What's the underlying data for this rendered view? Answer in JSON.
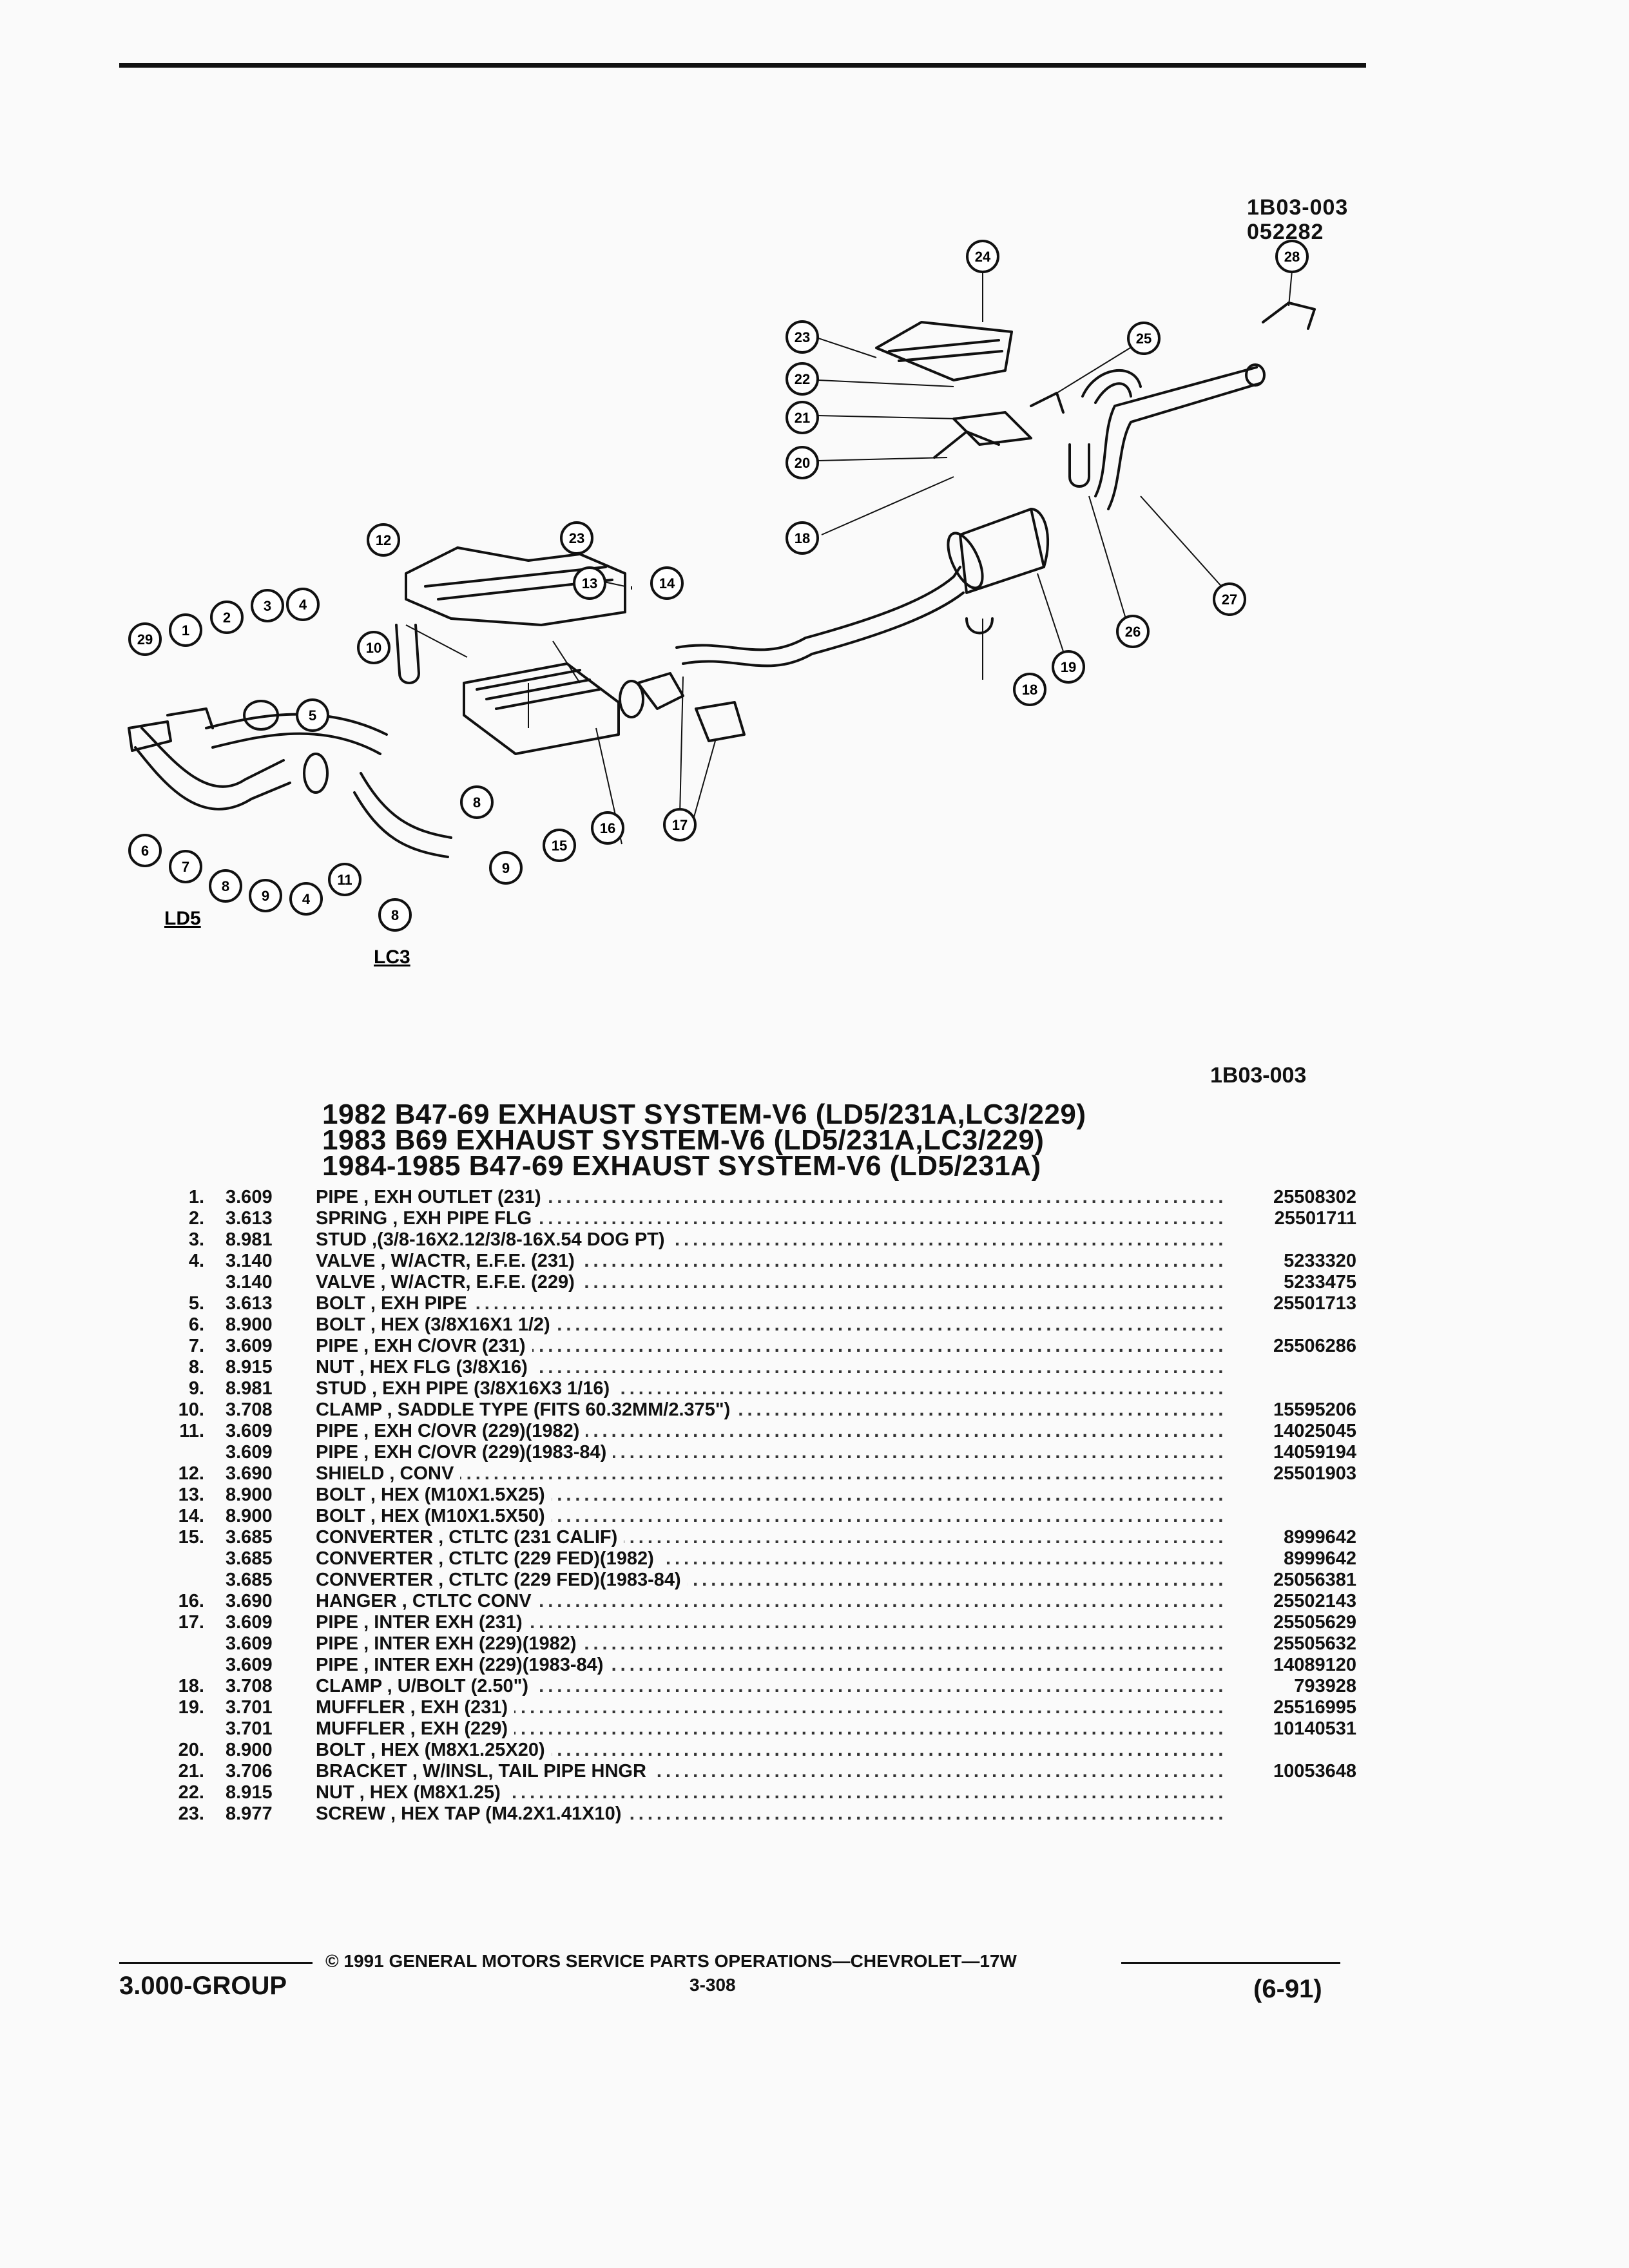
{
  "header": {
    "code": "1B03-003",
    "date_code": "052282"
  },
  "diagram": {
    "code": "1B03-003",
    "callouts": [
      "1",
      "2",
      "3",
      "4",
      "5",
      "6",
      "7",
      "8",
      "9",
      "10",
      "11",
      "12",
      "13",
      "14",
      "15",
      "16",
      "17",
      "18",
      "19",
      "20",
      "21",
      "22",
      "23",
      "24",
      "25",
      "26",
      "27",
      "28",
      "29"
    ],
    "engine_labels": {
      "left": "LD5",
      "right": "LC3"
    }
  },
  "title": {
    "line1": "1982 B47-69 EXHAUST SYSTEM-V6 (LD5/231A,LC3/229)",
    "line2": "1983 B69 EXHAUST SYSTEM-V6 (LD5/231A,LC3/229)",
    "line3": "1984-1985 B47-69 EXHAUST SYSTEM-V6 (LD5/231A)"
  },
  "parts": [
    {
      "no": "1.",
      "group": "3.609",
      "desc": "PIPE , EXH OUTLET (231)",
      "pn": "25508302"
    },
    {
      "no": "2.",
      "group": "3.613",
      "desc": "SPRING , EXH PIPE FLG",
      "pn": "25501711"
    },
    {
      "no": "3.",
      "group": "8.981",
      "desc": "STUD ,(3/8-16X2.12/3/8-16X.54 DOG PT)",
      "pn": ""
    },
    {
      "no": "4.",
      "group": "3.140",
      "desc": "VALVE , W/ACTR, E.F.E. (231)",
      "pn": "5233320"
    },
    {
      "no": "",
      "group": "3.140",
      "desc": "VALVE , W/ACTR, E.F.E. (229)",
      "pn": "5233475"
    },
    {
      "no": "5.",
      "group": "3.613",
      "desc": "BOLT , EXH PIPE",
      "pn": "25501713"
    },
    {
      "no": "6.",
      "group": "8.900",
      "desc": "BOLT , HEX (3/8X16X1 1/2)",
      "pn": ""
    },
    {
      "no": "7.",
      "group": "3.609",
      "desc": "PIPE , EXH C/OVR (231)",
      "pn": "25506286"
    },
    {
      "no": "8.",
      "group": "8.915",
      "desc": "NUT , HEX FLG (3/8X16)",
      "pn": ""
    },
    {
      "no": "9.",
      "group": "8.981",
      "desc": "STUD , EXH PIPE (3/8X16X3 1/16)",
      "pn": ""
    },
    {
      "no": "10.",
      "group": "3.708",
      "desc": "CLAMP , SADDLE TYPE (FITS 60.32MM/2.375\")",
      "pn": "15595206"
    },
    {
      "no": "11.",
      "group": "3.609",
      "desc": "PIPE , EXH C/OVR (229)(1982)",
      "pn": "14025045"
    },
    {
      "no": "",
      "group": "3.609",
      "desc": "PIPE , EXH C/OVR (229)(1983-84)",
      "pn": "14059194"
    },
    {
      "no": "12.",
      "group": "3.690",
      "desc": "SHIELD , CONV",
      "pn": "25501903"
    },
    {
      "no": "13.",
      "group": "8.900",
      "desc": "BOLT , HEX (M10X1.5X25)",
      "pn": ""
    },
    {
      "no": "14.",
      "group": "8.900",
      "desc": "BOLT , HEX (M10X1.5X50)",
      "pn": ""
    },
    {
      "no": "15.",
      "group": "3.685",
      "desc": "CONVERTER , CTLTC (231 CALIF)",
      "pn": "8999642"
    },
    {
      "no": "",
      "group": "3.685",
      "desc": "CONVERTER , CTLTC (229 FED)(1982)",
      "pn": "8999642"
    },
    {
      "no": "",
      "group": "3.685",
      "desc": "CONVERTER , CTLTC (229 FED)(1983-84)",
      "pn": "25056381"
    },
    {
      "no": "16.",
      "group": "3.690",
      "desc": "HANGER , CTLTC CONV",
      "pn": "25502143"
    },
    {
      "no": "17.",
      "group": "3.609",
      "desc": "PIPE , INTER EXH (231)",
      "pn": "25505629"
    },
    {
      "no": "",
      "group": "3.609",
      "desc": "PIPE , INTER EXH (229)(1982)",
      "pn": "25505632"
    },
    {
      "no": "",
      "group": "3.609",
      "desc": "PIPE , INTER EXH (229)(1983-84)",
      "pn": "14089120"
    },
    {
      "no": "18.",
      "group": "3.708",
      "desc": "CLAMP , U/BOLT (2.50\")",
      "pn": "793928"
    },
    {
      "no": "19.",
      "group": "3.701",
      "desc": "MUFFLER , EXH (231)",
      "pn": "25516995"
    },
    {
      "no": "",
      "group": "3.701",
      "desc": "MUFFLER , EXH (229)",
      "pn": "10140531"
    },
    {
      "no": "20.",
      "group": "8.900",
      "desc": "BOLT , HEX (M8X1.25X20)",
      "pn": ""
    },
    {
      "no": "21.",
      "group": "3.706",
      "desc": "BRACKET , W/INSL, TAIL PIPE HNGR",
      "pn": "10053648"
    },
    {
      "no": "22.",
      "group": "8.915",
      "desc": "NUT , HEX (M8X1.25)",
      "pn": ""
    },
    {
      "no": "23.",
      "group": "8.977",
      "desc": "SCREW , HEX TAP (M4.2X1.41X10)",
      "pn": ""
    }
  ],
  "footer": {
    "copyright": "© 1991 GENERAL MOTORS SERVICE PARTS OPERATIONS—CHEVROLET—17W",
    "group": "3.000-GROUP",
    "page": "3-308",
    "date": "(6-91)"
  }
}
